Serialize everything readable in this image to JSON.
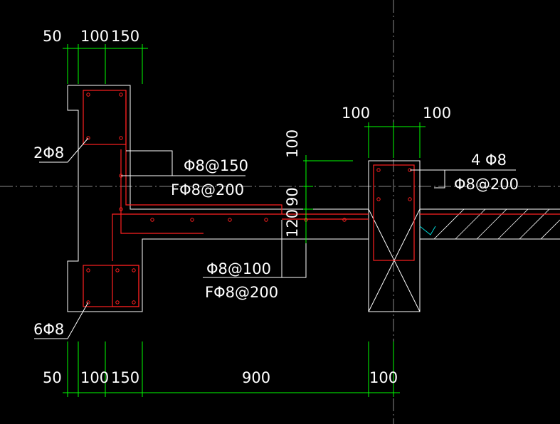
{
  "dimensions": {
    "top_left": [
      "50",
      "100",
      "150"
    ],
    "top_right": [
      "100",
      "100"
    ],
    "vertical": [
      "100",
      "90",
      "120"
    ],
    "bottom": [
      "50",
      "100",
      "150",
      "900",
      "100"
    ]
  },
  "annotations": {
    "top_corner_bars": "2Φ8",
    "bottom_corner_bars": "6Φ8",
    "upper_stirrup": "Φ8@150",
    "upper_distribution": "FΦ8@200",
    "middle_stirrup": "Φ8@100",
    "middle_distribution": "FΦ8@200",
    "right_column_bars": "4 Φ8",
    "right_stirrup": "Φ8@200"
  },
  "colors": {
    "background": "#000000",
    "outline": "#ffffff",
    "rebar": "#ff2020",
    "dimension": "#00ff00",
    "center_line": "#8a8a8a",
    "accent": "#00d8d8"
  }
}
